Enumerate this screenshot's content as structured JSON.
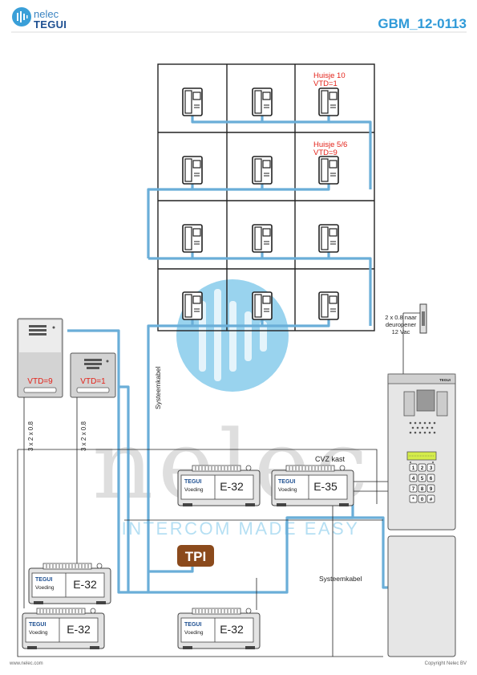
{
  "header": {
    "brand_line1": "nelec",
    "brand_line2": "TEGUI",
    "document_code": "GBM_12-0113"
  },
  "apartments": {
    "house10_name": "Huisje 10",
    "house10_vtd": "VTD=1",
    "house56_name": "Huisje 5/6",
    "house56_vtd": "VTD=9"
  },
  "outdoor_panels": {
    "panel_left_vtd": "VTD=9",
    "panel_right_vtd": "VTD=1"
  },
  "cables": {
    "cable_left": "3 x 2 x 0.8",
    "cable_right": "3 x 2 x 0.8",
    "system_cable_vertical": "Systeemkabel",
    "system_cable_horizontal": "Systeemkabel",
    "door_opener_line1": "2 x 0.8 naar",
    "door_opener_line2": "deuropener",
    "door_opener_line3": "12 Vac"
  },
  "cabinet": {
    "label": "CVZ kast"
  },
  "power_units": {
    "brand": "TEGUI",
    "sub": "Voeding",
    "model_e32": "E-32",
    "model_e35": "E-35"
  },
  "tpi_label": "TPI",
  "watermark": {
    "word": "nelec",
    "slogan": "INTERCOM MADE EASY"
  },
  "entrance_panel": {
    "brand": "TEGUI",
    "keys": [
      "1",
      "2",
      "3",
      "4",
      "5",
      "6",
      "7",
      "8",
      "9",
      "*",
      "0",
      "#"
    ]
  },
  "footer": {
    "website": "www.nelec.com",
    "copyright": "Copyright Nelec BV"
  },
  "colors": {
    "system_cable": "#6aaed8",
    "vtd_text": "#e32219",
    "tpi_bg": "#8b4a1c",
    "header_accent": "#2f9ad8",
    "watermark_blue": "#4fb3e0"
  }
}
